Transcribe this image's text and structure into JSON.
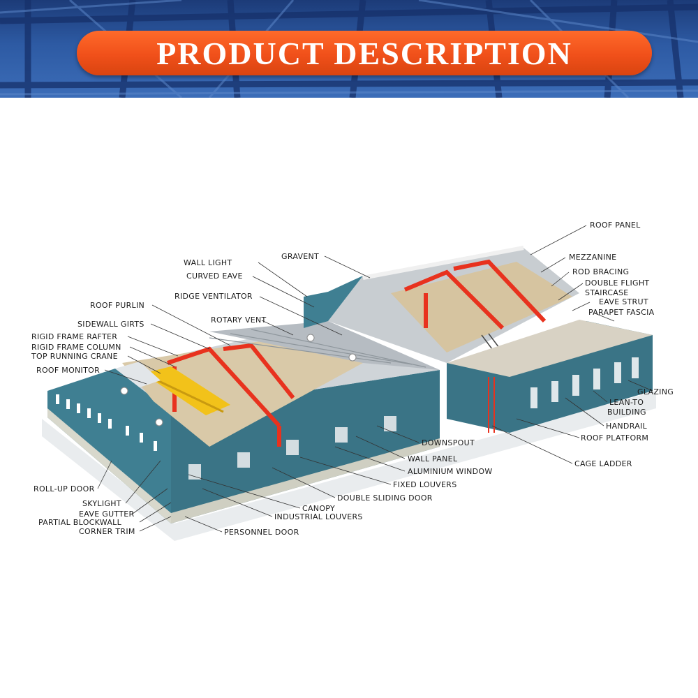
{
  "header": {
    "title": "PRODUCT DESCRIPTION"
  },
  "colors": {
    "banner_blue": "#2d5aa3",
    "banner_orange": "#f0501a",
    "wall_teal": "#3f7f92",
    "frame_red": "#e8321e",
    "crane_yellow": "#f2c21a",
    "roof_gray": "#cfd4d8"
  },
  "labels": [
    {
      "id": "roof-panel",
      "text": "ROOF PANEL"
    },
    {
      "id": "wall-light",
      "text": "WALL LIGHT"
    },
    {
      "id": "gravent",
      "text": "GRAVENT"
    },
    {
      "id": "mezzanine",
      "text": "MEZZANINE"
    },
    {
      "id": "curved-eave",
      "text": "CURVED EAVE"
    },
    {
      "id": "rod-bracing",
      "text": "ROD BRACING"
    },
    {
      "id": "double-flight",
      "text": "DOUBLE FLIGHT"
    },
    {
      "id": "staircase",
      "text": "STAIRCASE"
    },
    {
      "id": "ridge-ventilator",
      "text": "RIDGE VENTILATOR"
    },
    {
      "id": "eave-strut",
      "text": "EAVE STRUT"
    },
    {
      "id": "roof-purlin",
      "text": "ROOF PURLIN"
    },
    {
      "id": "parapet-fascia",
      "text": "PARAPET FASCIA"
    },
    {
      "id": "rotary-vent",
      "text": "ROTARY VENT"
    },
    {
      "id": "sidewall-girts",
      "text": "SIDEWALL GIRTS"
    },
    {
      "id": "rigid-frame-rafter",
      "text": "RIGID FRAME RAFTER"
    },
    {
      "id": "rigid-frame-column",
      "text": "RIGID FRAME COLUMN"
    },
    {
      "id": "top-running-crane",
      "text": "TOP RUNNING CRANE"
    },
    {
      "id": "roof-monitor",
      "text": "ROOF MONITOR"
    },
    {
      "id": "glazing",
      "text": "GLAZING"
    },
    {
      "id": "lean-to",
      "text": "LEAN-TO"
    },
    {
      "id": "building",
      "text": "BUILDING"
    },
    {
      "id": "handrail",
      "text": "HANDRAIL"
    },
    {
      "id": "roof-platform",
      "text": "ROOF PLATFORM"
    },
    {
      "id": "downspout",
      "text": "DOWNSPOUT"
    },
    {
      "id": "wall-panel",
      "text": "WALL PANEL"
    },
    {
      "id": "cage-ladder",
      "text": "CAGE LADDER"
    },
    {
      "id": "aluminium-window",
      "text": "ALUMINIUM WINDOW"
    },
    {
      "id": "fixed-louvers",
      "text": "FIXED LOUVERS"
    },
    {
      "id": "roll-up-door",
      "text": "ROLL-UP DOOR"
    },
    {
      "id": "double-sliding-door",
      "text": "DOUBLE SLIDING DOOR"
    },
    {
      "id": "skylight",
      "text": "SKYLIGHT"
    },
    {
      "id": "canopy",
      "text": "CANOPY"
    },
    {
      "id": "eave-gutter",
      "text": "EAVE GUTTER"
    },
    {
      "id": "industrial-louvers",
      "text": "INDUSTRIAL LOUVERS"
    },
    {
      "id": "partial-blockwall",
      "text": "PARTIAL BLOCKWALL"
    },
    {
      "id": "corner-trim",
      "text": "CORNER TRIM"
    },
    {
      "id": "personnel-door",
      "text": "PERSONNEL DOOR"
    }
  ]
}
